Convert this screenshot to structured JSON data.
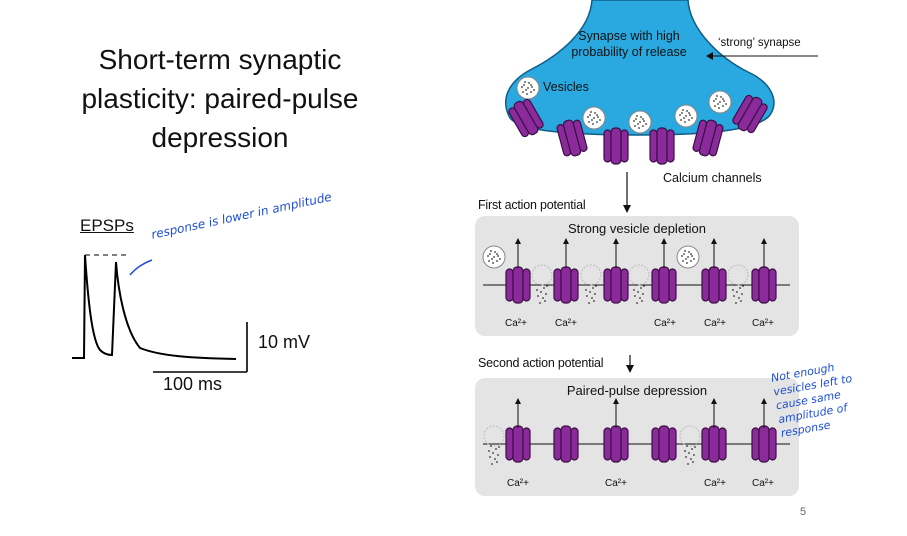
{
  "slide": {
    "title": "Short-term synaptic plasticity: paired-pulse depression",
    "page_number": "5"
  },
  "epsp_panel": {
    "label": "EPSPs",
    "handwritten_note": "response is lower in amplitude",
    "scale_voltage": "10 mV",
    "scale_time": "100 ms"
  },
  "synapse": {
    "caption": "Synapse with high probability of release",
    "strong_label": "‘strong’ synapse",
    "vesicles_label": "Vesicles",
    "calcium_label": "Calcium channels",
    "colors": {
      "terminal": "#29a9e0",
      "channel": "#8b2a9b",
      "panel": "#e4e4e4"
    }
  },
  "first_ap": {
    "label": "First action potential",
    "panel_title": "Strong vesicle depletion",
    "ca_labels": [
      "Ca²+",
      "Ca²+",
      "Ca²+",
      "Ca²+",
      "Ca²+"
    ]
  },
  "second_ap": {
    "label": "Second action potential",
    "panel_title": "Paired-pulse depression",
    "ca_labels": [
      "Ca²+",
      "Ca²+",
      "Ca²+",
      "Ca²+"
    ]
  },
  "handwritten_right": "Not enough vesicles left to cause same amplitude of response"
}
